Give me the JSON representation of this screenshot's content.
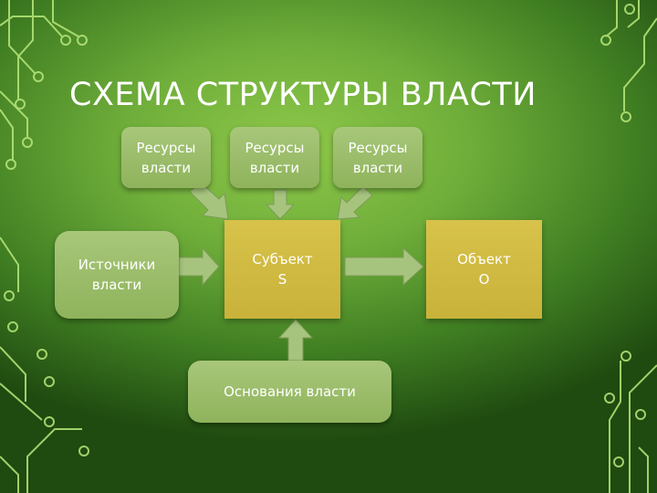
{
  "title": "СХЕМА СТРУКТУРЫ ВЛАСТИ",
  "nodes": {
    "resource1": "Ресурсы\nвласти",
    "resource2": "Ресурсы\nвласти",
    "resource3": "Ресурсы\nвласти",
    "sources": "Источники\nвласти",
    "subject": "Субъект\nS",
    "object": "Объект\nO",
    "foundations": "Основания власти"
  },
  "colors": {
    "background": "#6fae3a",
    "resource_box": "#9fbf6c",
    "main_box": "#d4bd44",
    "arrow": "#a3c27a",
    "circuit": "#b8e86a"
  }
}
